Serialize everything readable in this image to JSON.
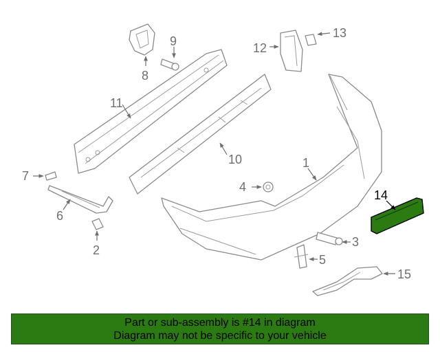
{
  "diagram": {
    "highlight_color": "#2b7a12",
    "highlighted_part": "14",
    "callouts": [
      "1",
      "2",
      "3",
      "4",
      "5",
      "6",
      "7",
      "8",
      "9",
      "10",
      "11",
      "12",
      "13",
      "14",
      "15"
    ]
  },
  "footer": {
    "line1": "Part or sub-assembly is #14 in diagram",
    "line2": "Diagram may not be specific to your vehicle",
    "background": "#2b7a12"
  }
}
